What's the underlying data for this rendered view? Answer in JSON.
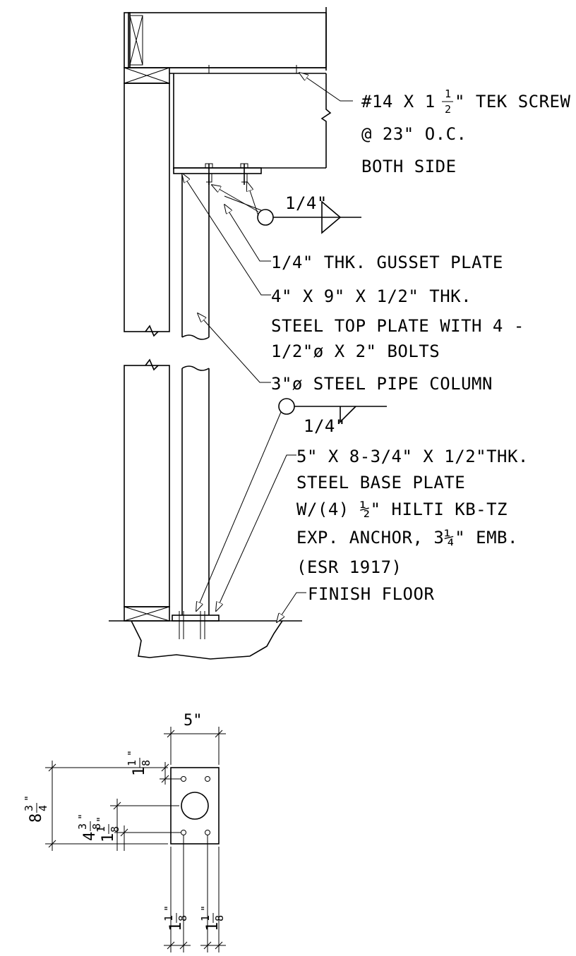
{
  "notes": {
    "tek_screw": [
      "#14 X 1",
      "\" TEK SCREW",
      "@ 23\" O.C.",
      "BOTH SIDE"
    ],
    "tek_screw_frac": [
      "1",
      "2"
    ],
    "weld_top": "1/4\"",
    "gusset_plate": "1/4\" THK. GUSSET PLATE",
    "top_plate": [
      "4\" X 9\" X 1/2\" THK.",
      "STEEL TOP PLATE WITH 4 -",
      "1/2\"ø X 2\" BOLTS"
    ],
    "pipe_column": "3\"ø STEEL PIPE COLUMN",
    "weld_base": "1/4\"",
    "base_plate": [
      "5\" X 8-3/4\" X 1/2\"THK.",
      "STEEL BASE PLATE",
      "W/(4) ½\" HILTI KB-TZ",
      "EXP. ANCHOR, 3¼\" EMB.",
      "(ESR 1917)"
    ],
    "finish_floor": "FINISH FLOOR"
  },
  "plan_dims": {
    "width": "5\"",
    "height_whole": "8",
    "height_num": "3",
    "height_den": "4",
    "center_whole": "4",
    "center_num": "3",
    "center_den": "8",
    "edge_whole": "1",
    "edge_num": "1",
    "edge_den": "8",
    "inch_mark": "\""
  }
}
